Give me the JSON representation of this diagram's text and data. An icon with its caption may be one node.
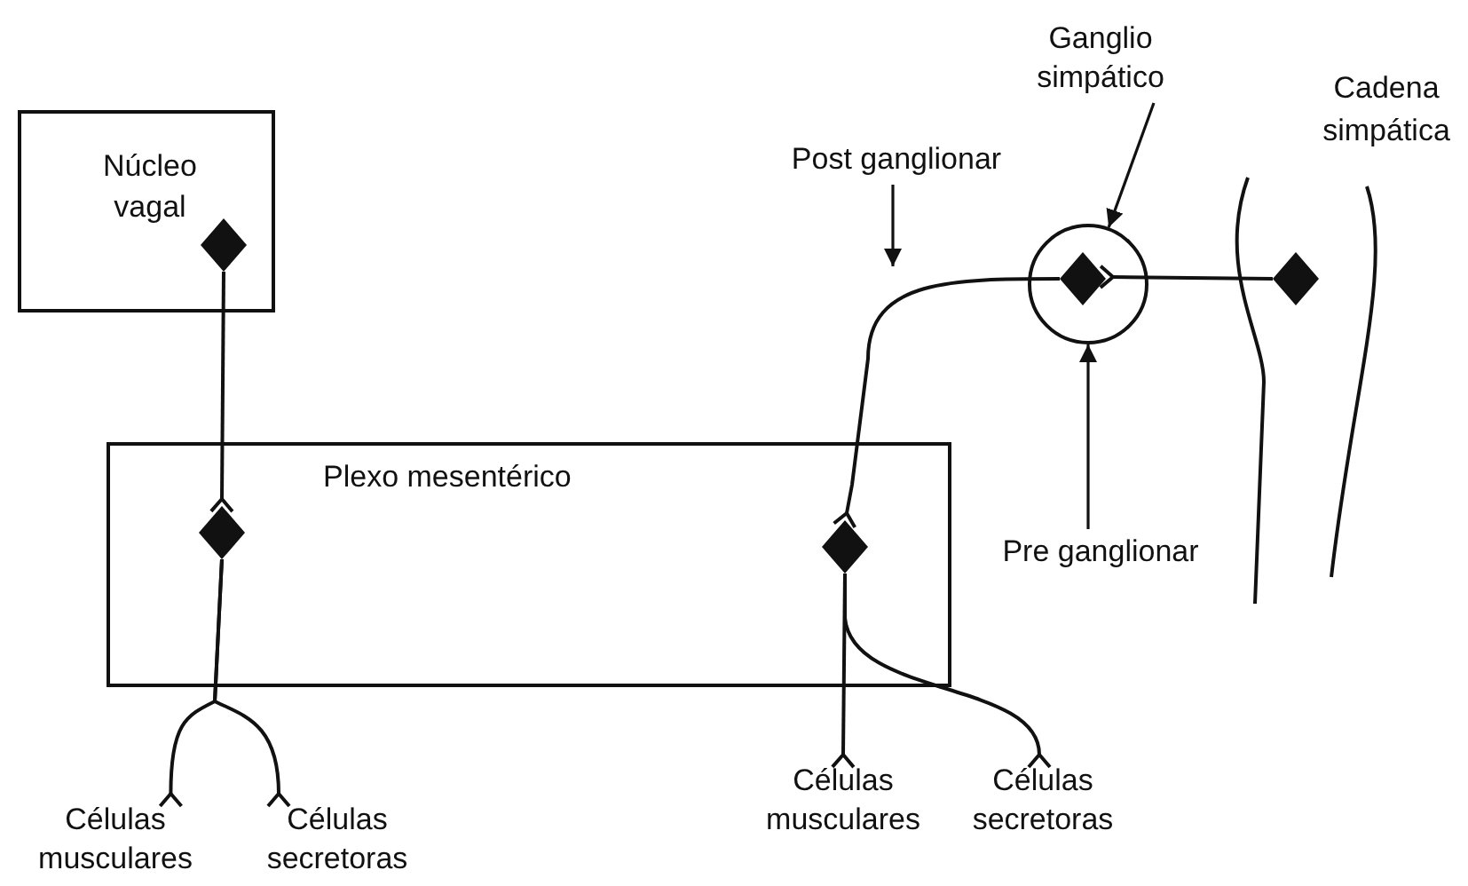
{
  "diagram": {
    "nodes": [
      {
        "text": [
          "Núcleo vagal"
        ]
      },
      {
        "text": [],
        "shape": "diamond",
        "in": 0
      },
      {
        "text": [
          "Plexo mesentérico"
        ]
      },
      {
        "text": [],
        "shape": "diamond",
        "in": 2
      },
      {
        "text": [],
        "shape": "diamond",
        "in": 2
      },
      {
        "text": [
          "Células musculares"
        ]
      },
      {
        "text": [
          "Células secretoras"
        ]
      },
      {
        "text": [
          "Células musculares"
        ]
      },
      {
        "text": [
          "Células secretoras"
        ]
      },
      {
        "text": [],
        "shape": "circle"
      },
      {
        "text": [],
        "shape": "diamond",
        "in": 9
      },
      {
        "text": [],
        "shape": "diamond"
      },
      {
        "text": [
          "Ganglio simpático"
        ]
      },
      {
        "text": [
          "Post ganglionar"
        ]
      },
      {
        "text": [
          "Pre ganglionar"
        ]
      }
    ],
    "edges": [
      {
        "from": 1,
        "to": 3,
        "arrow": "other"
      },
      {
        "from": 3,
        "to": 5,
        "arrow": "other"
      },
      {
        "from": 3,
        "to": 6,
        "arrow": "other"
      },
      {
        "from": 10,
        "to": 4,
        "arrow": "other"
      },
      {
        "from": 4,
        "to": 7,
        "arrow": "other"
      },
      {
        "from": 4,
        "to": 8,
        "arrow": "other"
      },
      {
        "from": 11,
        "to": 10,
        "arrow": "other"
      },
      {
        "from": 12,
        "to": 9,
        "arrow": "to"
      },
      {
        "from": 13,
        "to": null,
        "arrow": "to"
      },
      {
        "from": 14,
        "to": 9,
        "arrow": "to"
      }
    ],
    "labels": [
      "Cadena simpática"
    ]
  }
}
